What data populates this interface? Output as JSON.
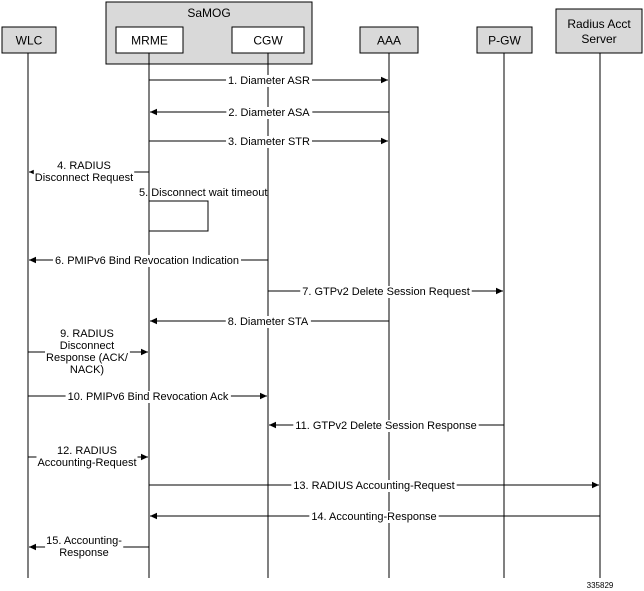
{
  "group": {
    "title": "SaMOG"
  },
  "entities": [
    {
      "id": "wlc",
      "lines": [
        "WLC"
      ]
    },
    {
      "id": "mrme",
      "lines": [
        "MRME"
      ]
    },
    {
      "id": "cgw",
      "lines": [
        "CGW"
      ]
    },
    {
      "id": "aaa",
      "lines": [
        "AAA"
      ]
    },
    {
      "id": "pgw",
      "lines": [
        "P-GW"
      ]
    },
    {
      "id": "radius",
      "lines": [
        "Radius Acct",
        "Server"
      ]
    }
  ],
  "messages": [
    {
      "from": "mrme",
      "to": "aaa",
      "lines": [
        "1. Diameter ASR"
      ]
    },
    {
      "from": "aaa",
      "to": "mrme",
      "lines": [
        "2. Diameter ASA"
      ]
    },
    {
      "from": "mrme",
      "to": "aaa",
      "lines": [
        "3. Diameter STR"
      ]
    },
    {
      "from": "mrme",
      "to": "wlc",
      "lines": [
        "4. RADIUS",
        "Disconnect Request"
      ]
    },
    {
      "self": "mrme",
      "lines": [
        "5. Disconnect wait timeout"
      ]
    },
    {
      "from": "cgw",
      "to": "wlc",
      "lines": [
        "6. PMIPv6 Bind Revocation Indication"
      ]
    },
    {
      "from": "cgw",
      "to": "pgw",
      "lines": [
        "7. GTPv2 Delete Session Request"
      ]
    },
    {
      "from": "aaa",
      "to": "mrme",
      "lines": [
        "8. Diameter STA"
      ]
    },
    {
      "from": "wlc",
      "to": "mrme",
      "lines": [
        "9. RADIUS",
        "Disconnect",
        "Response (ACK/",
        "NACK)"
      ]
    },
    {
      "from": "wlc",
      "to": "cgw",
      "lines": [
        "10. PMIPv6 Bind Revocation Ack"
      ]
    },
    {
      "from": "pgw",
      "to": "cgw",
      "lines": [
        "11. GTPv2 Delete Session Response"
      ]
    },
    {
      "from": "wlc",
      "to": "mrme",
      "lines": [
        "12. RADIUS",
        "Accounting-Request"
      ]
    },
    {
      "from": "mrme",
      "to": "radius",
      "lines": [
        "13. RADIUS Accounting-Request"
      ]
    },
    {
      "from": "radius",
      "to": "mrme",
      "lines": [
        "14. Accounting-Response"
      ]
    },
    {
      "from": "mrme",
      "to": "wlc",
      "lines": [
        "15. Accounting-",
        "Response"
      ]
    }
  ],
  "figure_id": "335829"
}
